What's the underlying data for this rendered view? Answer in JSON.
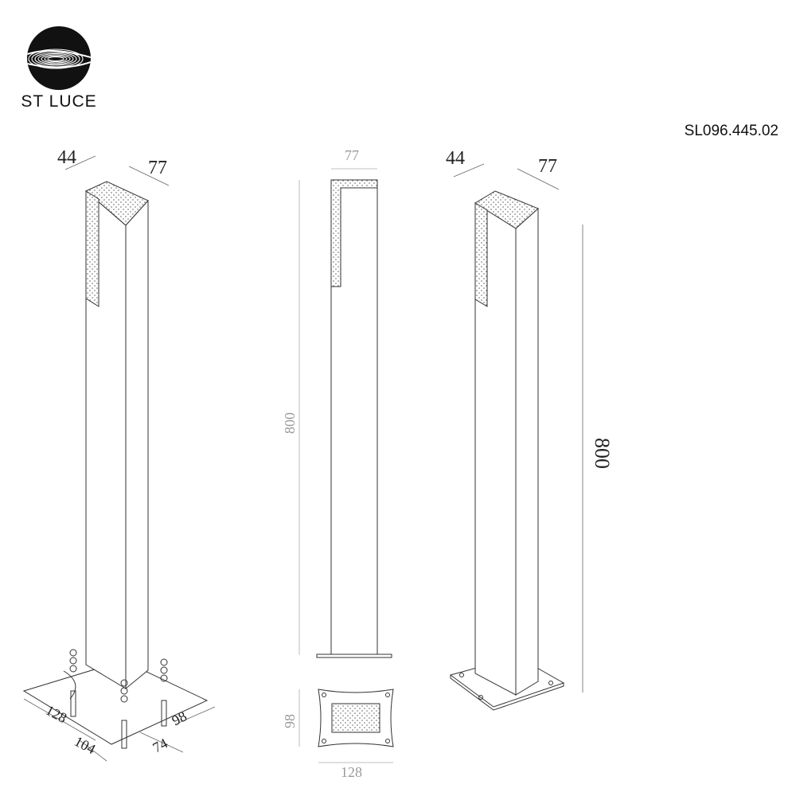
{
  "brand": {
    "name": "ST LUCE",
    "logo_icon": "swirl-disc-logo-icon"
  },
  "product": {
    "code": "SL096.445.02"
  },
  "views": {
    "iso_left": {
      "depth": "44",
      "width": "77",
      "base_a": "128",
      "base_b": "104",
      "base_c": "98",
      "base_d": "74"
    },
    "front": {
      "width": "77",
      "height": "800",
      "base_depth": "98",
      "base_width": "128"
    },
    "iso_right": {
      "depth": "44",
      "width": "77",
      "height": "800"
    }
  },
  "colors": {
    "line": "#333333",
    "dim_line": "#888888",
    "text": "#222222"
  }
}
